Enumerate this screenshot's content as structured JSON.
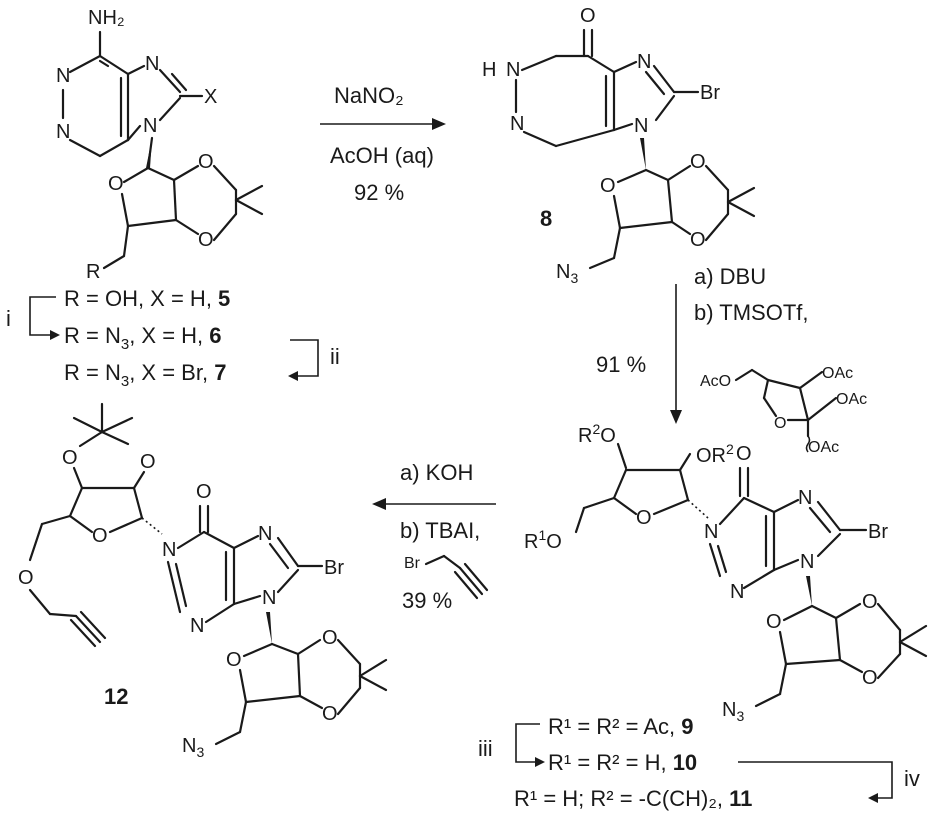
{
  "compounds": {
    "c5_6_7": {
      "lines": [
        {
          "prefix": "R = OH, X = H, ",
          "num": "5"
        },
        {
          "prefix": "R = N",
          "sub": "3",
          "suffix": ", X = H, ",
          "num": "6"
        },
        {
          "prefix": "R = N",
          "sub": "3",
          "suffix": ", X = Br, ",
          "num": "7"
        }
      ]
    },
    "c8": {
      "num": "8"
    },
    "c12": {
      "num": "12"
    },
    "c9_10_11": {
      "lines": [
        {
          "text": "R¹ = R² = Ac, ",
          "num": "9"
        },
        {
          "text": "R¹ = R² = H, ",
          "num": "10"
        },
        {
          "text": "R¹ = H; R² = -C(CH)₂, ",
          "num": "11"
        }
      ]
    }
  },
  "reactions": {
    "r1": {
      "reagent": "NaNO₂",
      "solvent": "AcOH (aq)",
      "yield": "92 %"
    },
    "r2": {
      "step_a": "a) DBU",
      "step_b": "b) TMSOTf,",
      "yield": "91 %"
    },
    "r3": {
      "step_a": "a) KOH",
      "step_b": "b) TBAI,",
      "yield": "39 %"
    },
    "steps": {
      "i": "i",
      "ii": "ii",
      "iii": "iii",
      "iv": "iv"
    }
  },
  "atoms": {
    "NH2": "NH₂",
    "N": "N",
    "X": "X",
    "O": "O",
    "R": "R",
    "HN": "H-N",
    "Br": "Br",
    "N3": "N₃",
    "OAc": "OAc",
    "AcO": "AcO",
    "R2O": "R²O",
    "OR2": "OR²",
    "R1O": "R¹O"
  }
}
